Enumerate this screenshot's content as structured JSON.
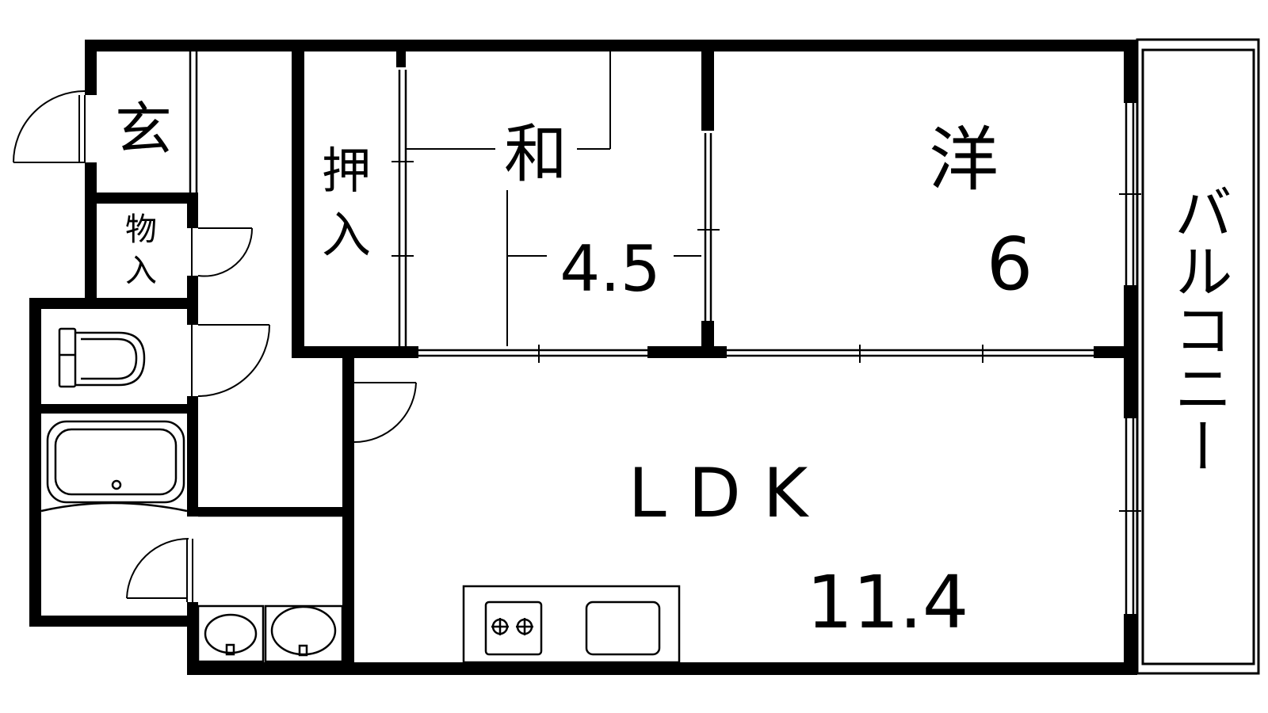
{
  "colors": {
    "wall": "#000000",
    "background": "#ffffff"
  },
  "rooms": {
    "entrance": {
      "label": "玄"
    },
    "storage": {
      "line1": "物",
      "line2": "入"
    },
    "closet": {
      "line1": "押",
      "line2": "入"
    },
    "japanese": {
      "label": "和",
      "size": "4.5"
    },
    "western": {
      "label": "洋",
      "size": "6"
    },
    "ldk": {
      "label": "LDK",
      "size": "11.4"
    },
    "balcony": {
      "label": "バルコニー"
    }
  },
  "fixtures": [
    "toilet-icon",
    "bathtub-icon",
    "washbasin-icon",
    "stove-icon",
    "sink-icon"
  ]
}
